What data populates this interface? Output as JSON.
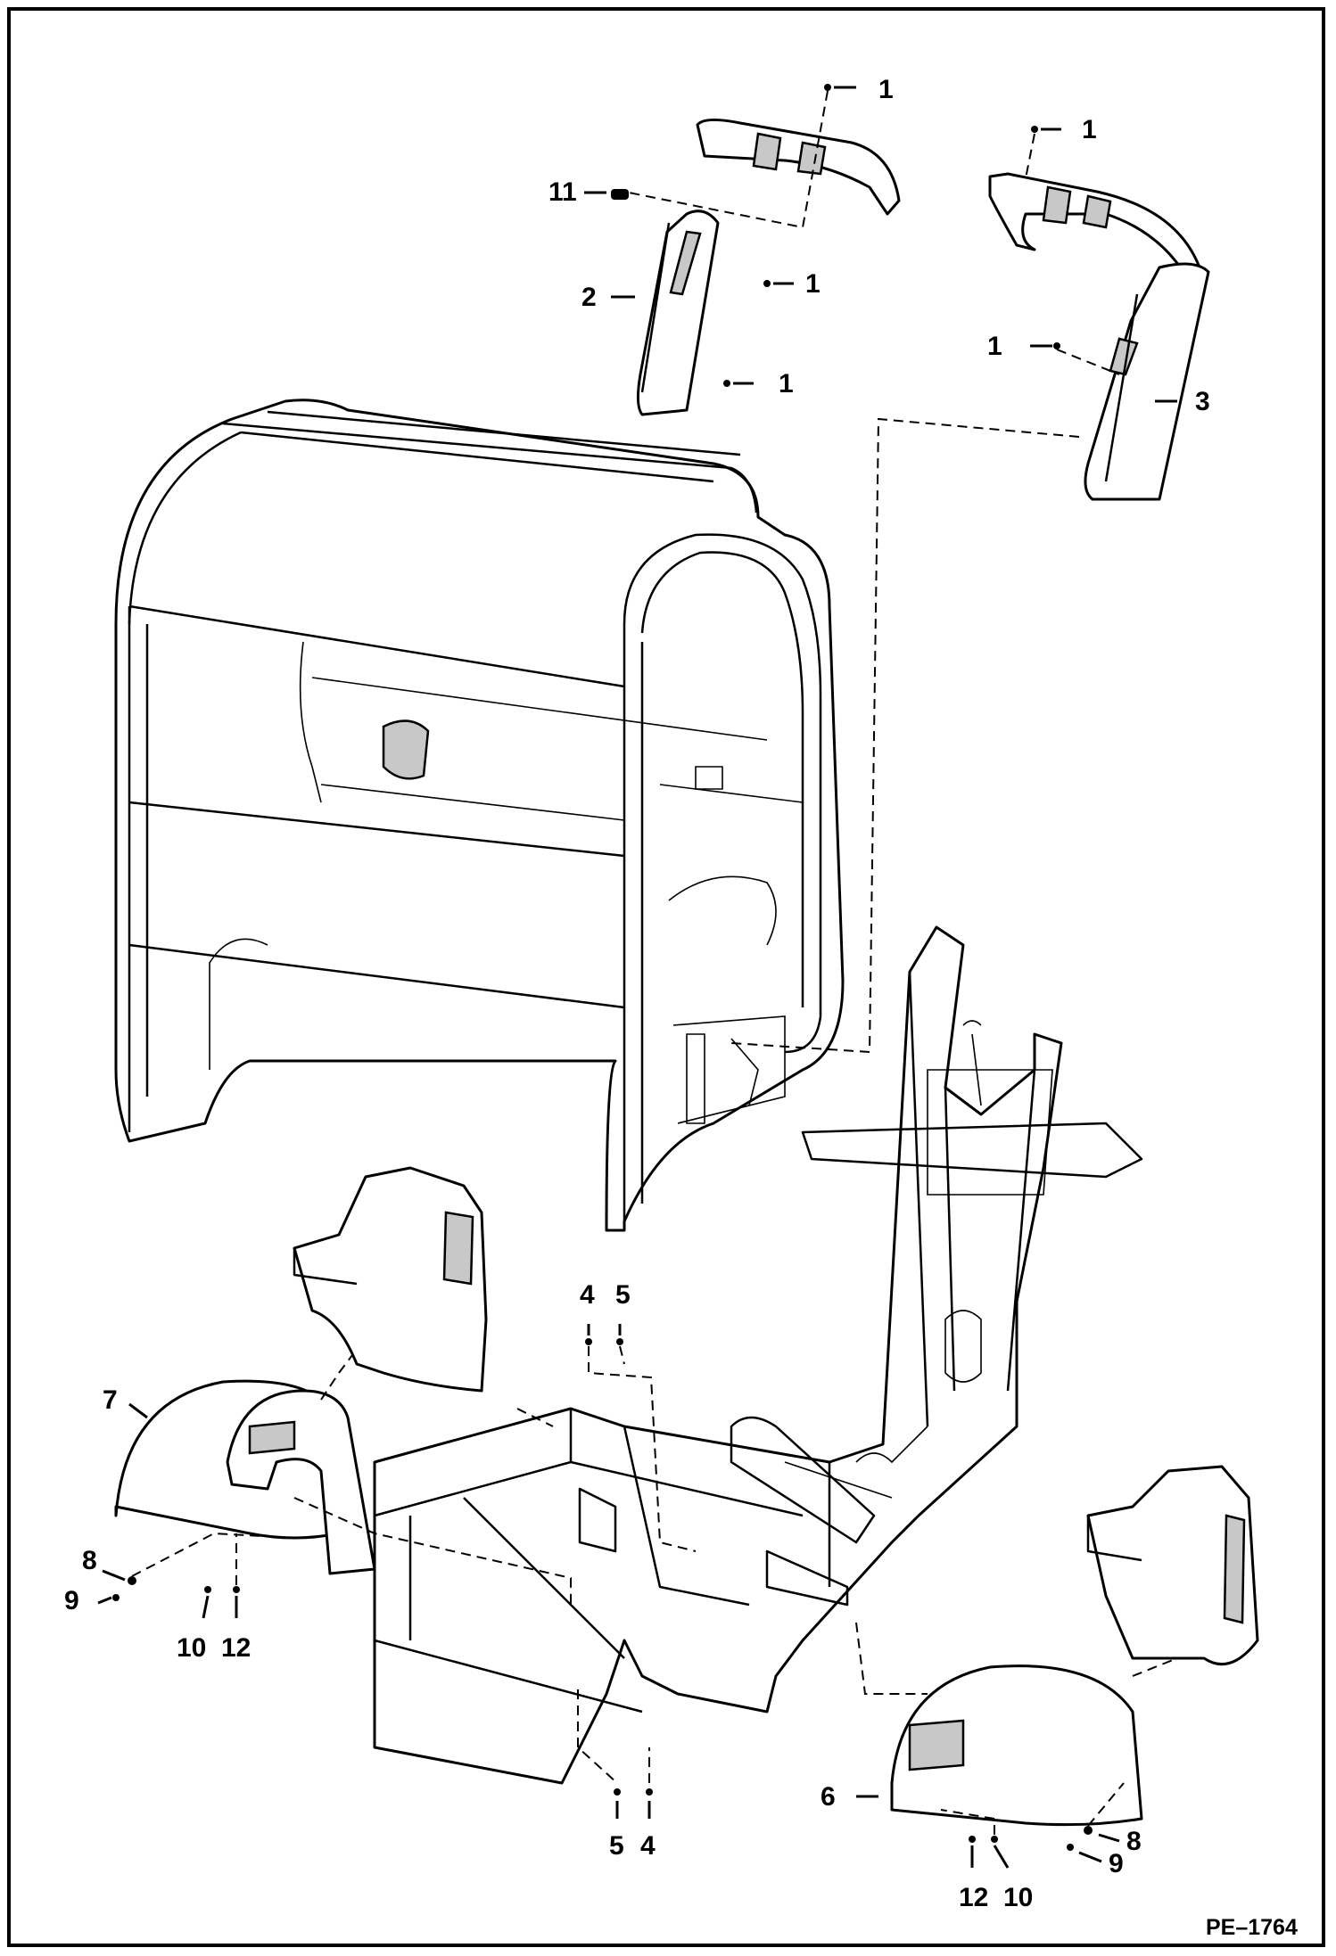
{
  "figure": {
    "id": "PE–1764"
  },
  "callouts": {
    "c1a": "1",
    "c1b": "1",
    "c1c": "1",
    "c1d": "1",
    "c1e": "1",
    "c2": "2",
    "c3": "3",
    "c4a": "4",
    "c5a": "5",
    "c5b": "5",
    "c4b": "4",
    "c6": "6",
    "c7": "7",
    "c8a": "8",
    "c9a": "9",
    "c8b": "8",
    "c9b": "9",
    "c10a": "10",
    "c12a": "12",
    "c12b": "12",
    "c10b": "10",
    "c11": "11"
  },
  "colors": {
    "line": "#000000",
    "background": "#ffffff",
    "shading": "#c8c8c8"
  }
}
